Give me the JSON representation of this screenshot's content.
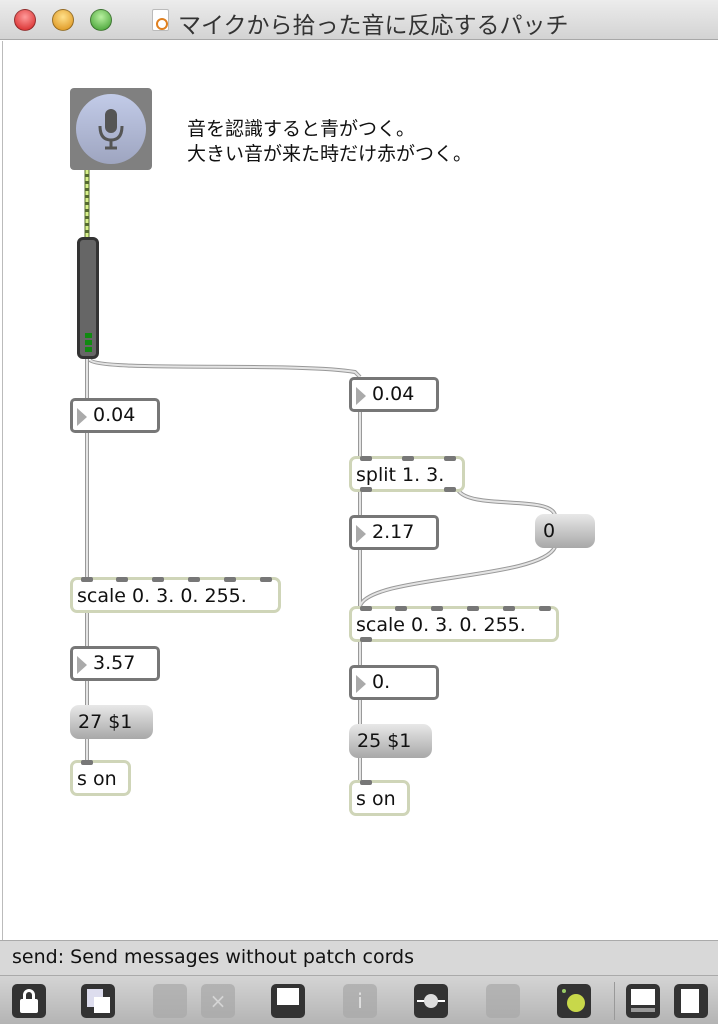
{
  "window": {
    "title": "マイクから拾った音に反応するパッチ"
  },
  "comment": {
    "line1": "音を認識すると青がつく。",
    "line2": "大きい音が来た時だけ赤がつく。"
  },
  "meter_level": 0.15,
  "left": {
    "number1": "0.04",
    "scale": "scale 0. 3. 0. 255.",
    "number2": "3.57",
    "message": "27 $1",
    "send": "s on"
  },
  "right": {
    "number1": "0.04",
    "split": "split 1. 3.",
    "number2": "2.17",
    "zero_message": "0",
    "scale": "scale 0. 3. 0. 255.",
    "number3": "0.",
    "message": "25 $1",
    "send": "s on"
  },
  "status": {
    "text": "send: Send messages without patch cords"
  },
  "toolbar": [
    "lock-icon",
    "new-object-icon",
    "binoculars-icon",
    "delete-icon",
    "presentation-icon",
    "inspector-icon",
    "connect-icon",
    "grid-icon",
    "audio-dsp-icon",
    "bottom-panel-icon",
    "right-panel-icon"
  ]
}
